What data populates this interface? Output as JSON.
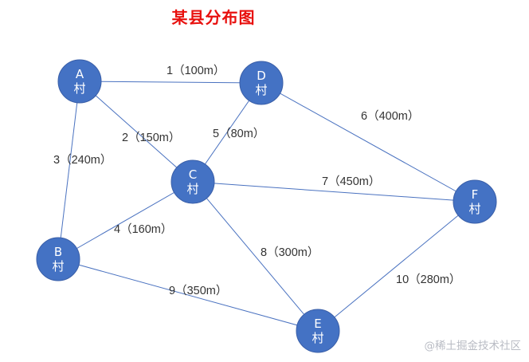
{
  "title": "某县分布图",
  "nodes": [
    {
      "id": "A",
      "line1": "A",
      "line2": "村"
    },
    {
      "id": "B",
      "line1": "B",
      "line2": "村"
    },
    {
      "id": "C",
      "line1": "C",
      "line2": "村"
    },
    {
      "id": "D",
      "line1": "D",
      "line2": "村"
    },
    {
      "id": "E",
      "line1": "E",
      "line2": "村"
    },
    {
      "id": "F",
      "line1": "F",
      "line2": "村"
    }
  ],
  "edges": [
    {
      "from": "A",
      "to": "D",
      "label": "1（100m）"
    },
    {
      "from": "A",
      "to": "C",
      "label": "2（150m）"
    },
    {
      "from": "A",
      "to": "B",
      "label": "3（240m）"
    },
    {
      "from": "B",
      "to": "C",
      "label": "4（160m）"
    },
    {
      "from": "C",
      "to": "D",
      "label": "5（80m）"
    },
    {
      "from": "D",
      "to": "F",
      "label": "6（400m）"
    },
    {
      "from": "C",
      "to": "F",
      "label": "7（450m）"
    },
    {
      "from": "C",
      "to": "E",
      "label": "8（300m）"
    },
    {
      "from": "B",
      "to": "E",
      "label": "9（350m）"
    },
    {
      "from": "E",
      "to": "F",
      "label": "10（280m）"
    }
  ],
  "watermark": "@稀土掘金技术社区",
  "colors": {
    "title": "#e8100e",
    "node_fill": "#4472c4",
    "edge": "#4a72c0"
  }
}
